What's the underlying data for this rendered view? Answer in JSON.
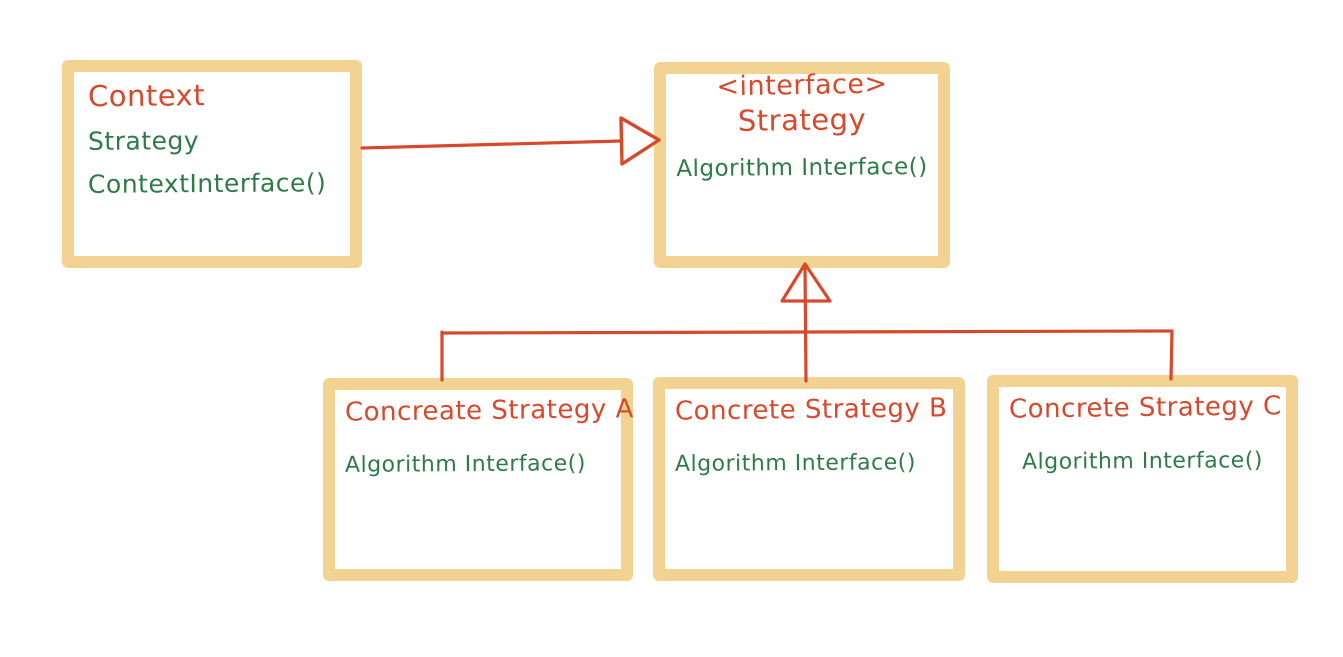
{
  "diagram": {
    "description": "Hand-drawn UML class diagram of the Strategy design pattern",
    "colors": {
      "red": "#d7492c",
      "green": "#2e7b48",
      "box_border": "#f3d391",
      "background": "#ffffff"
    },
    "nodes": {
      "context": {
        "title": "Context",
        "members": [
          "Strategy",
          "ContextInterface()"
        ]
      },
      "strategy_interface": {
        "stereotype": "<interface>",
        "title": "Strategy",
        "members": [
          "Algorithm Interface()"
        ]
      },
      "concrete_a": {
        "title": "Concreate Strategy A",
        "members": [
          "Algorithm Interface()"
        ]
      },
      "concrete_b": {
        "title": "Concrete Strategy B",
        "members": [
          "Algorithm Interface()"
        ]
      },
      "concrete_c": {
        "title": "Concrete Strategy C",
        "members": [
          "Algorithm Interface()"
        ]
      }
    },
    "edges": [
      {
        "from": "Context",
        "to": "Strategy",
        "type": "arrow-open-triangle-right"
      },
      {
        "from": "Concreate Strategy A",
        "to": "Strategy",
        "type": "generalization-open-triangle-up"
      },
      {
        "from": "Concrete Strategy B",
        "to": "Strategy",
        "type": "generalization-open-triangle-up"
      },
      {
        "from": "Concrete Strategy C",
        "to": "Strategy",
        "type": "generalization-open-triangle-up"
      }
    ]
  }
}
